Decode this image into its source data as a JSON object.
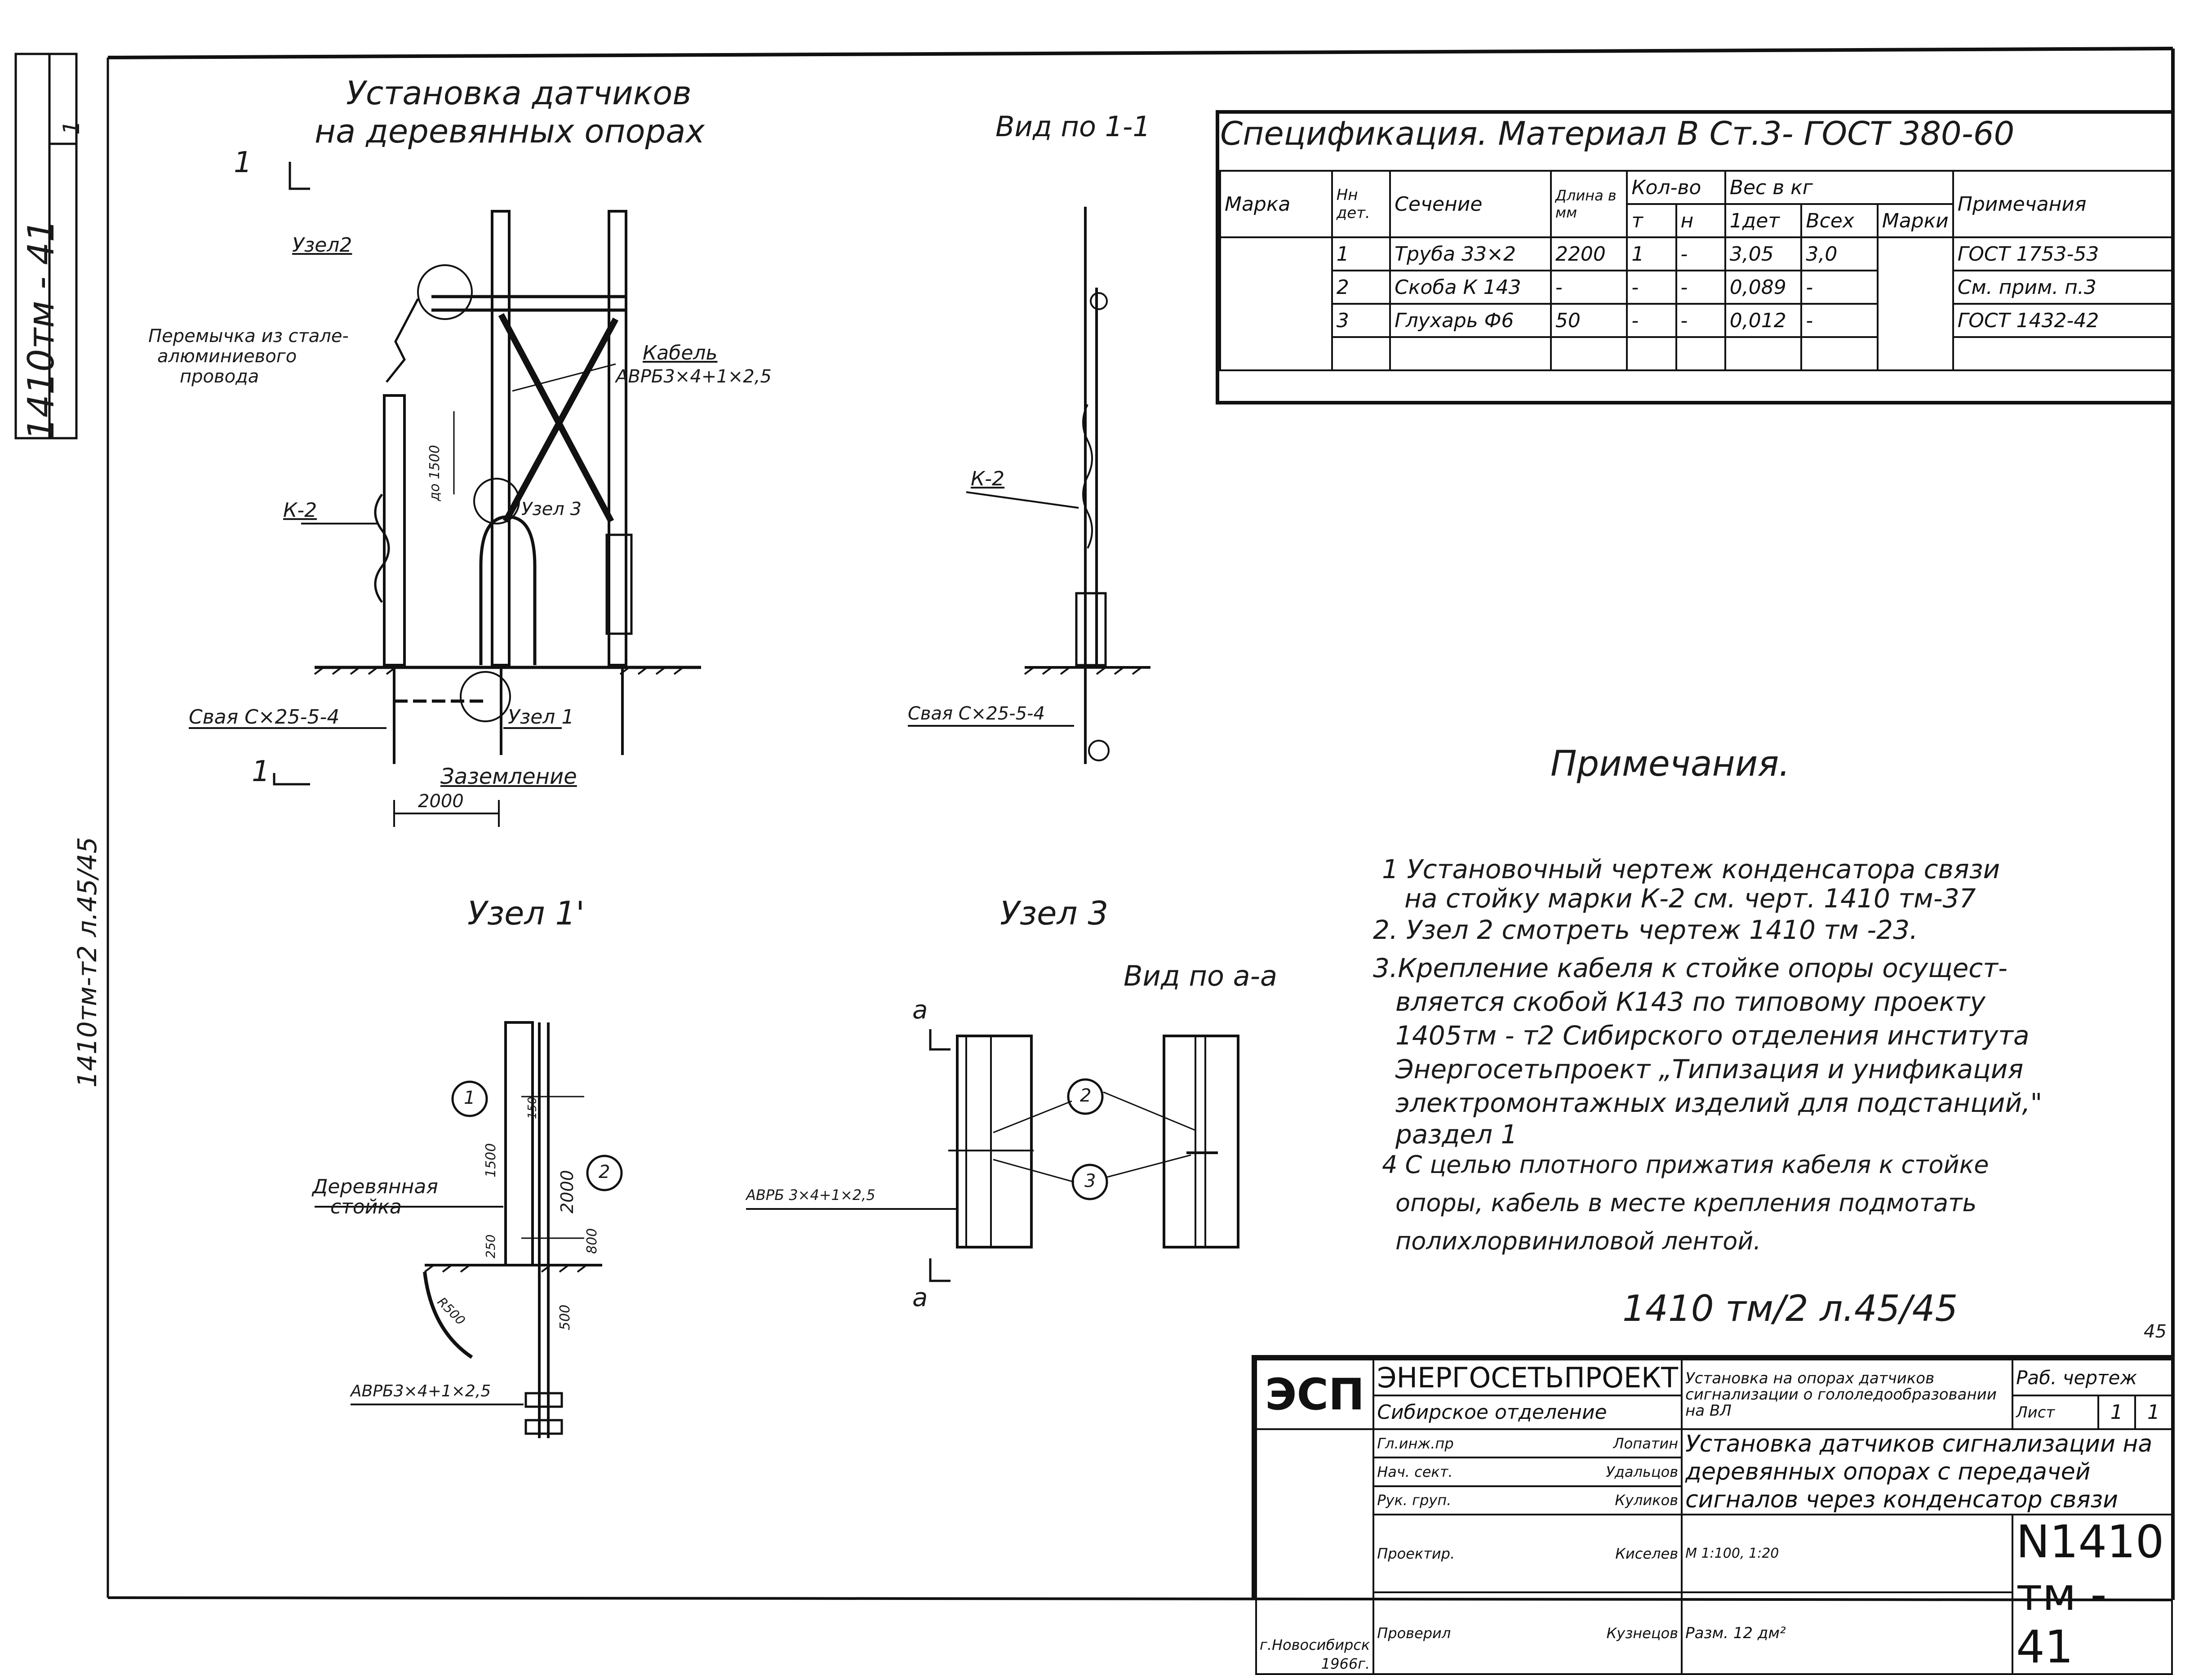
{
  "side_stamp": {
    "code": "1410тм - 41",
    "sheet": "1",
    "vertical_note": "1410тм-т2 л.45/45"
  },
  "main_view": {
    "title_line1": "Установка датчиков",
    "title_line2": "на деревянных опорах",
    "section_mark": "1",
    "labels": {
      "node2": "Узел2",
      "jumper_l1": "Перемычка из стале-",
      "jumper_l2": "алюминиевого",
      "jumper_l3": "провода",
      "cable_l1": "Кабель",
      "cable_l2": "АВРБ3×4+1×2,5",
      "k2": "К-2",
      "dim_1500": "до 1500",
      "node3": "Узел 3",
      "pile": "Свая  С×25-5-4",
      "node1": "Узел 1",
      "grounding": "Заземление",
      "dim_2000": "2000"
    }
  },
  "view_1_1": {
    "title": "Вид по 1-1",
    "k2": "К-2",
    "pile": "Свая С×25-5-4"
  },
  "node1": {
    "title": "Узел 1'",
    "wooden_post_l1": "Деревянная",
    "wooden_post_l2": "стойка",
    "cable": "АВРБ3×4+1×2,5",
    "dims": [
      "150",
      "1500",
      "2000",
      "250",
      "800",
      "500",
      "R500"
    ],
    "callout1": "1",
    "callout2": "2"
  },
  "node3": {
    "title": "Узел 3",
    "view_title": "Вид по а-а",
    "section_a_top": "а",
    "section_a_bottom": "а",
    "cable": "АВРБ 3×4+1×2,5",
    "callout2": "2",
    "callout3": "3"
  },
  "spec": {
    "title": "Спецификация. Материал В Ст.3- ГОСТ 380-60",
    "headers": {
      "mark": "Марка",
      "num": "Нн дет.",
      "section": "Сечение",
      "length": "Длина в мм",
      "qty": "Кол-во",
      "t": "т",
      "n": "н",
      "weight": "Вес в кг",
      "one": "1дет",
      "all": "Всех",
      "marks": "Марки",
      "note": "Примечания"
    },
    "rows": [
      {
        "num": "1",
        "section": "Труба 33×2",
        "length": "2200",
        "t": "1",
        "n": "-",
        "one": "3,05",
        "all": "3,0",
        "note": "ГОСТ 1753-53"
      },
      {
        "num": "2",
        "section": "Скоба К 143",
        "length": "-",
        "t": "-",
        "n": "-",
        "one": "0,089",
        "all": "-",
        "note": "См. прим. п.3"
      },
      {
        "num": "3",
        "section": "Глухарь Ф6",
        "length": "50",
        "t": "-",
        "n": "-",
        "one": "0,012",
        "all": "-",
        "note": "ГОСТ 1432-42"
      }
    ]
  },
  "notes": {
    "title": "Примечания.",
    "lines": [
      "1 Установочный чертеж конденсатора связи",
      "на стойку марки К-2 см. черт. 1410 тм-37",
      "2. Узел 2 смотреть чертеж 1410 тм -23.",
      "3.Крепление кабеля к стойке опоры осущест-",
      "вляется скобой К143 по типовому проекту",
      "1405тм - т2 Сибирского отделения института",
      "Энергосетьпроект „Типизация и унификация",
      "электромонтажных изделий для подстанций,\"",
      "раздел 1",
      "4 С целью плотного прижатия кабеля к стойке",
      "опоры, кабель в месте крепления подмотать",
      "полихлорвиниловой лентой."
    ],
    "ref": "1410 тм/2  л.45/45",
    "page": "45"
  },
  "title_block": {
    "logo": "ЭСП",
    "org": "ЭНЕРГОСЕТЬПРОЕКТ",
    "dept": "Сибирское отделение",
    "city": "г.Новосибирск",
    "year": "1966г.",
    "project": "Установка на опорах датчиков сигнализации о гололедообразовании на ВЛ",
    "stage": "Раб. чертеж",
    "sheet_label": "Лист",
    "sheet": "1",
    "sheets": "1",
    "sheet_title": "Установка датчиков сигнализации на деревянных опорах с передачей сигналов через конденсатор связи",
    "roles": [
      {
        "role": "Гл.инж.пр",
        "name": "Лопатин"
      },
      {
        "role": "Нач. сект.",
        "name": "Удальцов"
      },
      {
        "role": "Рук. груп.",
        "name": "Куликов"
      },
      {
        "role": "Проектир.",
        "name": "Киселев"
      },
      {
        "role": "Проверил",
        "name": "Кузнецов"
      }
    ],
    "scale": "М 1:100, 1:20",
    "size": "Разм. 12 дм²",
    "number": "N1410 тм - 41"
  }
}
